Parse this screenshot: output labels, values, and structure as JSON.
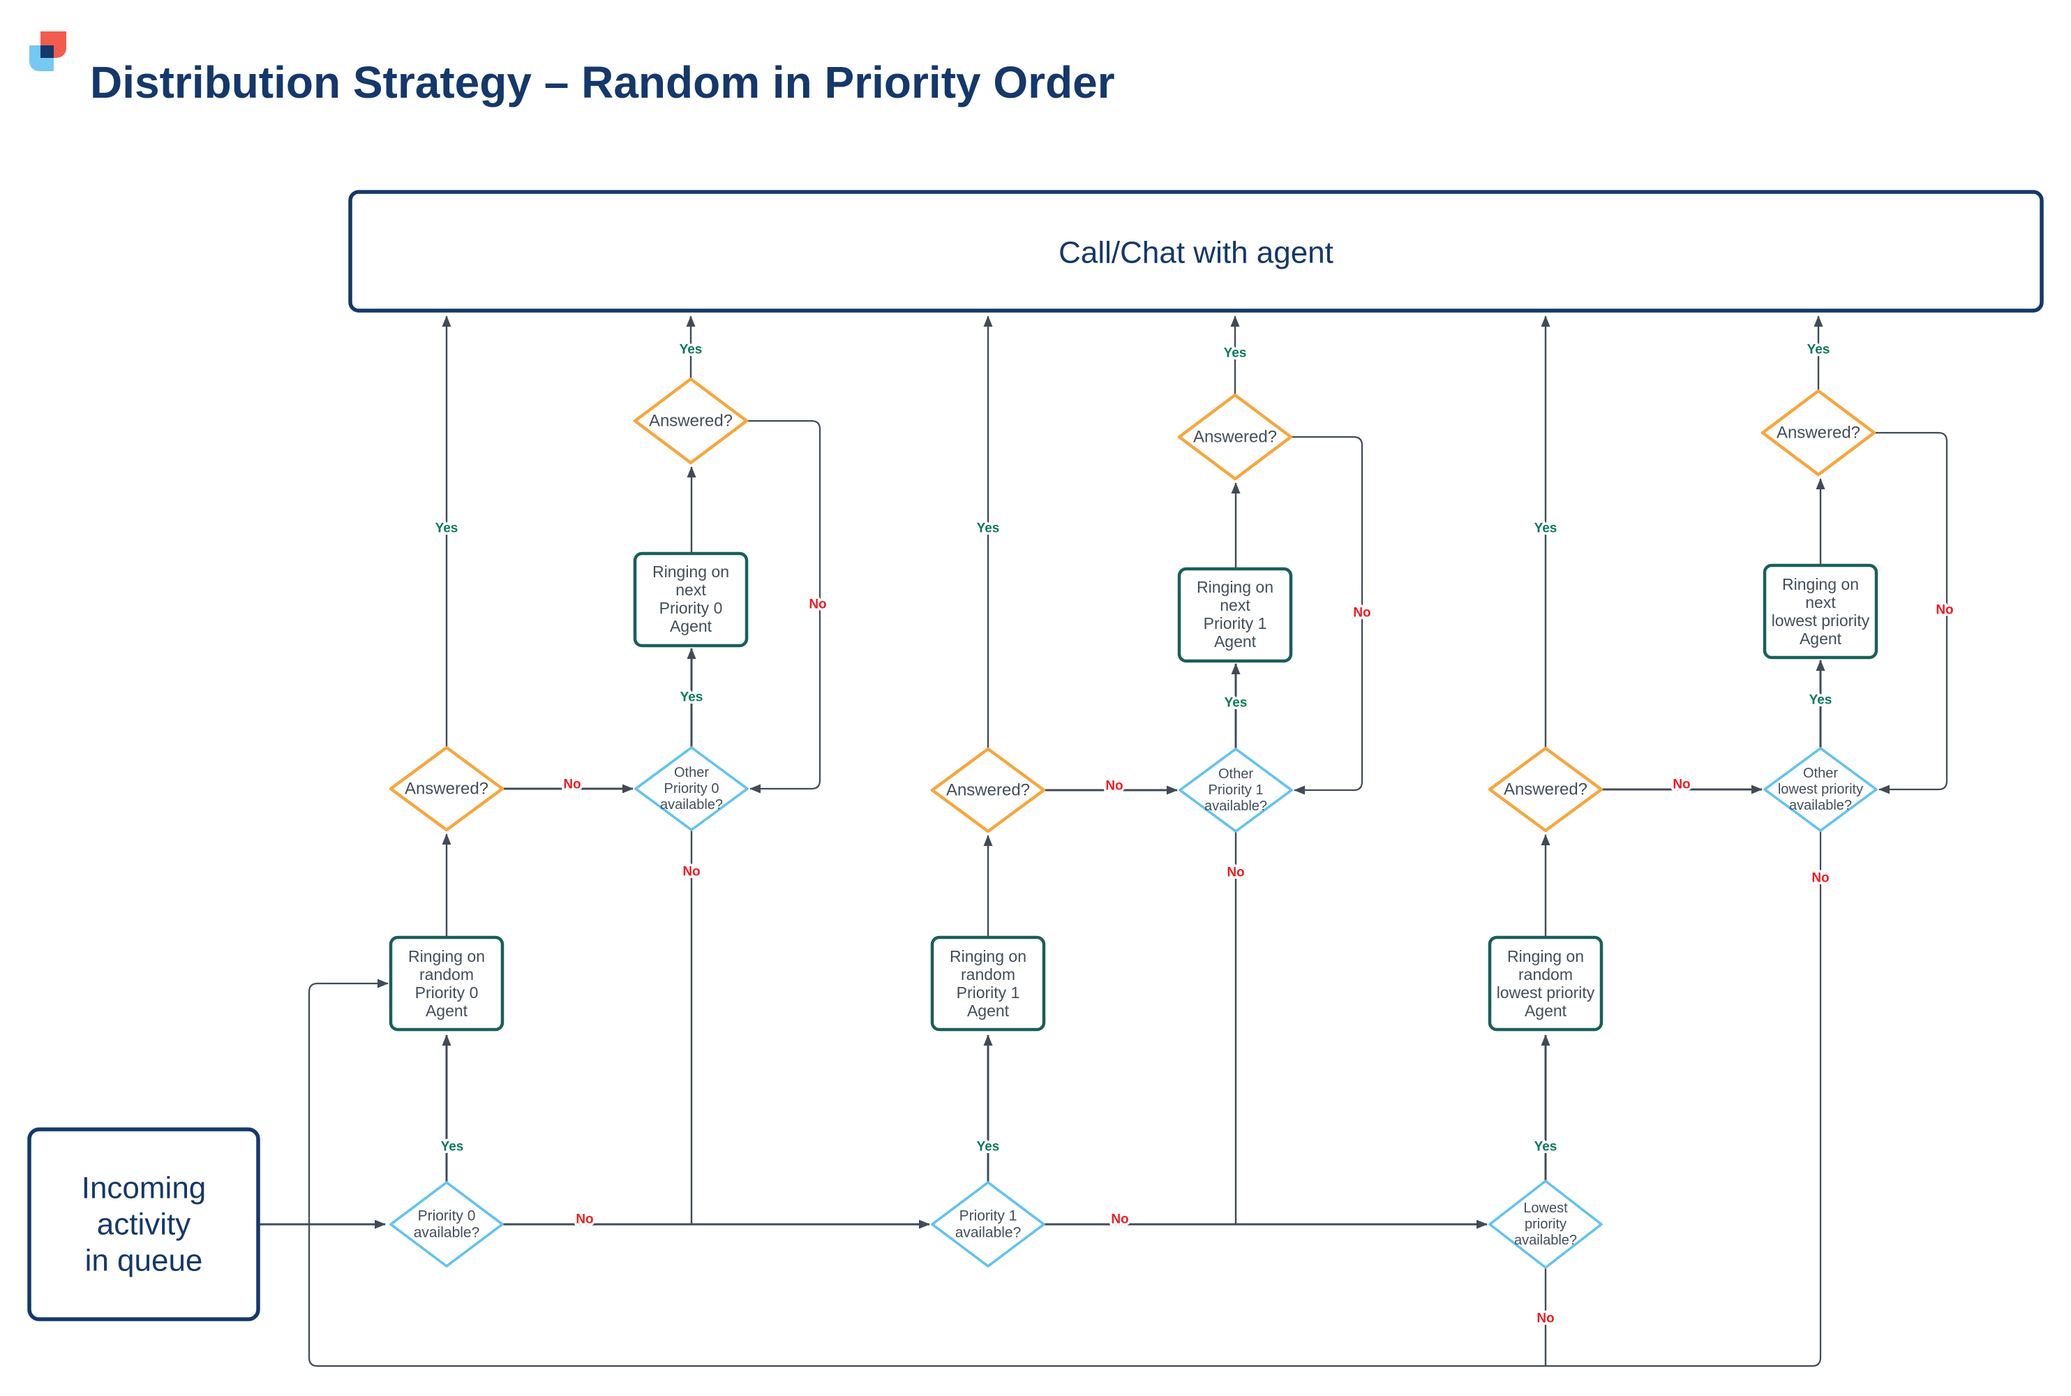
{
  "page": {
    "title": "Distribution Strategy – Random in Priority Order"
  },
  "labels": {
    "yes": "Yes",
    "no": "No"
  },
  "colors": {
    "navy": "#14386b",
    "teal_box_border": "#186059",
    "orange_diamond": "#f7a63d",
    "sky_diamond": "#63c3f1",
    "connector_line": "#414b57",
    "shape_text": "#444e59",
    "yes_green": "#087a5c",
    "no_red": "#ee1d23",
    "logo_red": "#f25c4e",
    "logo_blue": "#74c8f2"
  },
  "top_box": {
    "label": "Call/Chat with agent"
  },
  "incoming_box": {
    "line1": "Incoming",
    "line2": "activity",
    "line3": "in queue"
  },
  "columns": {
    "p0": {
      "available": {
        "line1": "Priority 0",
        "line2": "available?"
      },
      "ringing_random": {
        "line1": "Ringing on",
        "line2": "random",
        "line3": "Priority 0",
        "line4": "Agent"
      },
      "answered": "Answered?",
      "other_available": {
        "line1": "Other",
        "line2": "Priority 0",
        "line3": "available?"
      },
      "ringing_next": {
        "line1": "Ringing on",
        "line2": "next",
        "line3": "Priority 0",
        "line4": "Agent"
      },
      "answered_top": "Answered?"
    },
    "p1": {
      "available": {
        "line1": "Priority 1",
        "line2": "available?"
      },
      "ringing_random": {
        "line1": "Ringing on",
        "line2": "random",
        "line3": "Priority 1",
        "line4": "Agent"
      },
      "answered": "Answered?",
      "other_available": {
        "line1": "Other",
        "line2": "Priority 1",
        "line3": "available?"
      },
      "ringing_next": {
        "line1": "Ringing on",
        "line2": "next",
        "line3": "Priority 1",
        "line4": "Agent"
      },
      "answered_top": "Answered?"
    },
    "lowest": {
      "available": {
        "line1": "Lowest",
        "line2": "priority",
        "line3": "available?"
      },
      "ringing_random": {
        "line1": "Ringing on",
        "line2": "random",
        "line3": "lowest priority",
        "line4": "Agent"
      },
      "answered": "Answered?",
      "other_available": {
        "line1": "Other",
        "line2": "lowest priority",
        "line3": "available?"
      },
      "ringing_next": {
        "line1": "Ringing on",
        "line2": "next",
        "line3": "lowest priority",
        "line4": "Agent"
      },
      "answered_top": "Answered?"
    }
  }
}
